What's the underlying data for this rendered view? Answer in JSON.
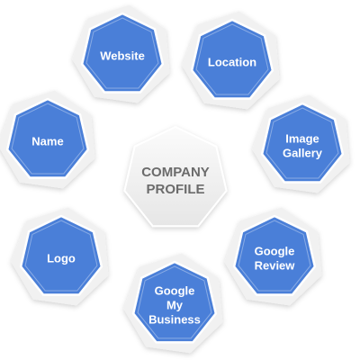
{
  "center": {
    "lines": [
      "COMPANY",
      "PROFILE"
    ]
  },
  "nodes": [
    {
      "id": "website",
      "lines": [
        "Website"
      ]
    },
    {
      "id": "location",
      "lines": [
        "Location"
      ]
    },
    {
      "id": "name",
      "lines": [
        "Name"
      ]
    },
    {
      "id": "image-gallery",
      "lines": [
        "Image",
        "Gallery"
      ]
    },
    {
      "id": "logo",
      "lines": [
        "Logo"
      ]
    },
    {
      "id": "google-review",
      "lines": [
        "Google",
        "Review"
      ]
    },
    {
      "id": "google-my-business",
      "lines": [
        "Google",
        "My",
        "Business"
      ]
    }
  ],
  "colors": {
    "node_fill": "#4a7fd8",
    "node_stroke": "#ffffff",
    "halo_fill": "#f1f1f1",
    "center_fill": "#f3f3f3",
    "center_text": "#6b6b6b"
  }
}
